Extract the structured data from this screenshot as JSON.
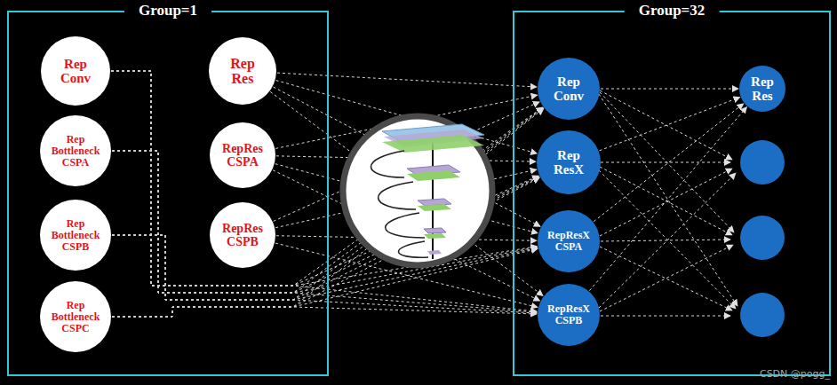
{
  "diagram": {
    "nodes": [
      {
        "text": [
          "Group=1"
        ]
      },
      {
        "text": [
          "Rep Conv"
        ],
        "in": 0
      },
      {
        "text": [
          "Rep Bottleneck CSPA"
        ],
        "in": 0
      },
      {
        "text": [
          "Rep Bottleneck CSPB"
        ],
        "in": 0
      },
      {
        "text": [
          "Rep Bottleneck CSPC"
        ],
        "in": 0
      },
      {
        "text": [
          "Rep Res"
        ],
        "in": 0
      },
      {
        "text": [
          "RepRes CSPA"
        ],
        "in": 0
      },
      {
        "text": [
          "RepRes CSPB"
        ],
        "in": 0
      },
      {
        "text": [
          "Group=32"
        ]
      },
      {
        "text": [
          "Rep Conv"
        ],
        "in": 8
      },
      {
        "text": [
          "Rep ResX"
        ],
        "in": 8
      },
      {
        "text": [
          "RepResX CSPA"
        ],
        "in": 8
      },
      {
        "text": [
          "RepResX CSPB"
        ],
        "in": 8
      },
      {
        "text": [
          "Rep Res"
        ],
        "in": 8
      }
    ],
    "edges": [
      {
        "from": 1,
        "to": 9,
        "arrow": "to"
      },
      {
        "from": 1,
        "to": 10,
        "arrow": "to"
      },
      {
        "from": 1,
        "to": 11,
        "arrow": "to"
      },
      {
        "from": 1,
        "to": 12,
        "arrow": "to"
      },
      {
        "from": 2,
        "to": 9,
        "arrow": "to"
      },
      {
        "from": 2,
        "to": 10,
        "arrow": "to"
      },
      {
        "from": 2,
        "to": 11,
        "arrow": "to"
      },
      {
        "from": 2,
        "to": 12,
        "arrow": "to"
      },
      {
        "from": 3,
        "to": 9,
        "arrow": "to"
      },
      {
        "from": 3,
        "to": 10,
        "arrow": "to"
      },
      {
        "from": 3,
        "to": 11,
        "arrow": "to"
      },
      {
        "from": 3,
        "to": 12,
        "arrow": "to"
      },
      {
        "from": 4,
        "to": 9,
        "arrow": "to"
      },
      {
        "from": 4,
        "to": 10,
        "arrow": "to"
      },
      {
        "from": 4,
        "to": 11,
        "arrow": "to"
      },
      {
        "from": 4,
        "to": 12,
        "arrow": "to"
      },
      {
        "from": 5,
        "to": 9,
        "arrow": "to"
      },
      {
        "from": 5,
        "to": 10,
        "arrow": "to"
      },
      {
        "from": 5,
        "to": 11,
        "arrow": "to"
      },
      {
        "from": 5,
        "to": 12,
        "arrow": "to"
      },
      {
        "from": 6,
        "to": 9,
        "arrow": "to"
      },
      {
        "from": 6,
        "to": 10,
        "arrow": "to"
      },
      {
        "from": 6,
        "to": 11,
        "arrow": "to"
      },
      {
        "from": 6,
        "to": 12,
        "arrow": "to"
      },
      {
        "from": 7,
        "to": 9,
        "arrow": "to"
      },
      {
        "from": 7,
        "to": 10,
        "arrow": "to"
      },
      {
        "from": 7,
        "to": 11,
        "arrow": "to"
      },
      {
        "from": 7,
        "to": 12,
        "arrow": "to"
      },
      {
        "from": 9,
        "to": 13,
        "arrow": "to"
      },
      {
        "from": 10,
        "to": 13,
        "arrow": "to"
      },
      {
        "from": 11,
        "to": 13,
        "arrow": "to"
      },
      {
        "from": 12,
        "to": 13,
        "arrow": "to"
      }
    ],
    "labels": [
      "CSDN @pogg_"
    ]
  }
}
